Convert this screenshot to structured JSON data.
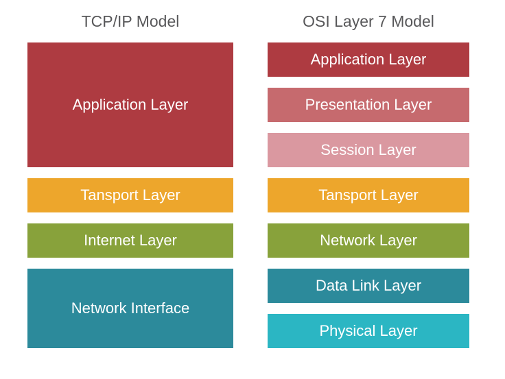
{
  "diagram": {
    "columns": [
      {
        "title": "TCP/IP Model",
        "layers": [
          {
            "label": "Application Layer",
            "color": "#AE3B41"
          },
          {
            "label": "Tansport Layer",
            "color": "#EDA62C"
          },
          {
            "label": "Internet Layer",
            "color": "#88A23B"
          },
          {
            "label": "Network Interface",
            "color": "#2C8A9B"
          }
        ]
      },
      {
        "title": "OSI Layer 7 Model",
        "layers": [
          {
            "label": "Application Layer",
            "color": "#AE3B41"
          },
          {
            "label": "Presentation Layer",
            "color": "#C66A6E"
          },
          {
            "label": "Session Layer",
            "color": "#DA98A0"
          },
          {
            "label": "Tansport Layer",
            "color": "#EDA62C"
          },
          {
            "label": "Network Layer",
            "color": "#88A23B"
          },
          {
            "label": "Data Link Layer",
            "color": "#2C8A9B"
          },
          {
            "label": "Physical Layer",
            "color": "#2BB6C3"
          }
        ]
      }
    ]
  }
}
